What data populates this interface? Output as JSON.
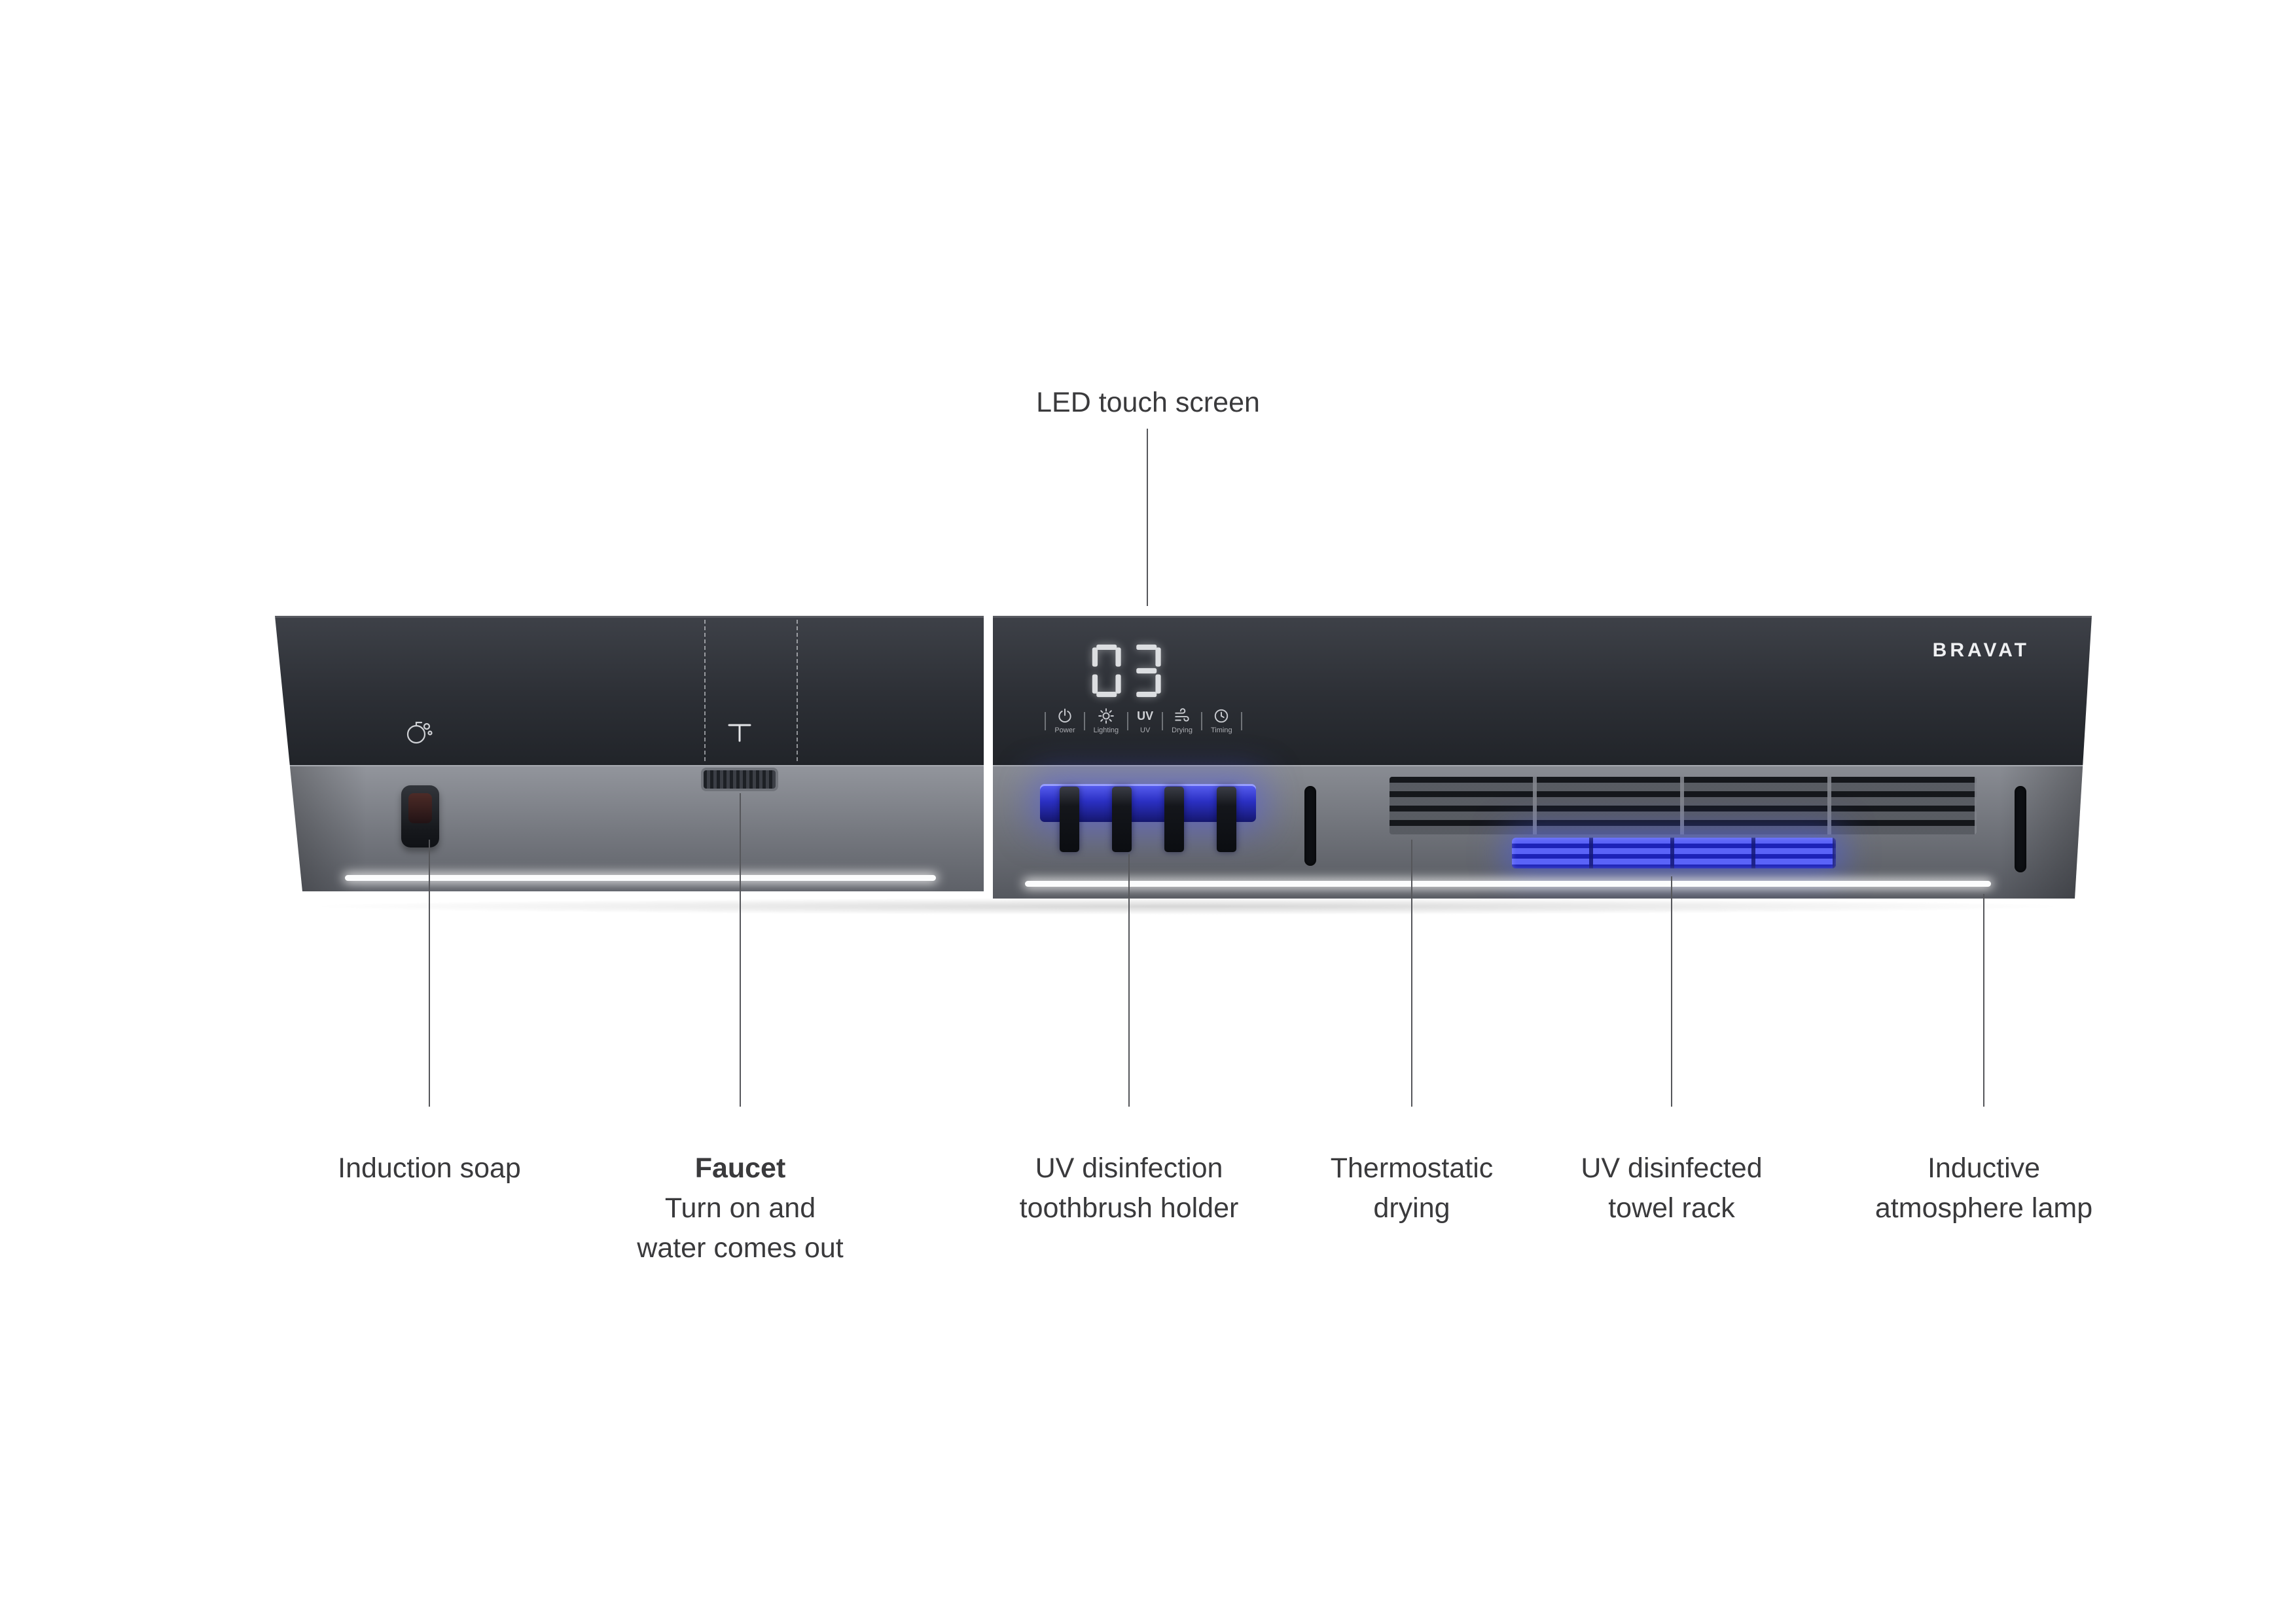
{
  "brand": "BRAVAT",
  "display": {
    "value": "03"
  },
  "controls": [
    {
      "name": "power",
      "label": "Power"
    },
    {
      "name": "lighting",
      "label": "Lighting"
    },
    {
      "name": "uv",
      "label": "UV",
      "icon_text": "UV"
    },
    {
      "name": "drying",
      "label": "Drying"
    },
    {
      "name": "timing",
      "label": "Timing"
    }
  ],
  "top_callout": {
    "label": "LED touch screen"
  },
  "callouts": [
    {
      "lines": [
        "Induction soap"
      ]
    },
    {
      "title": "Faucet",
      "lines": [
        "Turn on and",
        "water comes out"
      ]
    },
    {
      "lines": [
        "UV disinfection",
        "toothbrush holder"
      ]
    },
    {
      "lines": [
        "Thermostatic",
        "drying"
      ]
    },
    {
      "lines": [
        "UV disinfected",
        "towel rack"
      ]
    },
    {
      "lines": [
        "Inductive",
        "atmosphere lamp"
      ]
    }
  ],
  "colors": {
    "uv_glow": "#4450f0",
    "body_dark": "#2b2e34",
    "body_gray": "#7b7e85",
    "led_strip": "#ffffff"
  }
}
